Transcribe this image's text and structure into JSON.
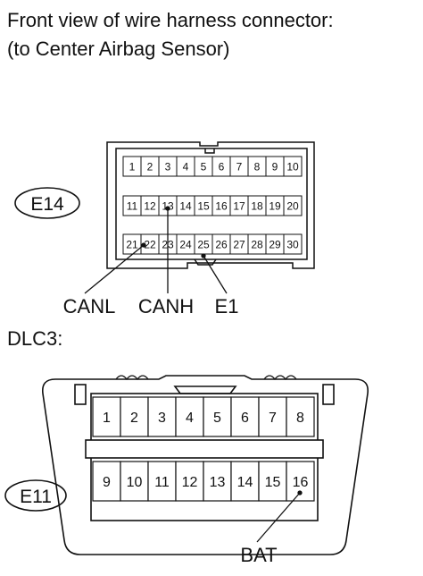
{
  "header": {
    "line1": "Front view of wire harness connector:",
    "line2": "(to Center Airbag Sensor)"
  },
  "connector_e14": {
    "id": "E14",
    "rows": [
      [
        "1",
        "2",
        "3",
        "4",
        "5",
        "6",
        "7",
        "8",
        "9",
        "10"
      ],
      [
        "11",
        "12",
        "13",
        "14",
        "15",
        "16",
        "17",
        "18",
        "19",
        "20"
      ],
      [
        "21",
        "22",
        "23",
        "24",
        "25",
        "26",
        "27",
        "28",
        "29",
        "30"
      ]
    ],
    "callouts": [
      {
        "label": "CANL",
        "pin": "22"
      },
      {
        "label": "CANH",
        "pin": "13"
      },
      {
        "label": "E1",
        "pin": "25"
      }
    ]
  },
  "dlc3": {
    "title": "DLC3:",
    "id": "E11",
    "rows": [
      [
        "1",
        "2",
        "3",
        "4",
        "5",
        "6",
        "7",
        "8"
      ],
      [
        "9",
        "10",
        "11",
        "12",
        "13",
        "14",
        "15",
        "16"
      ]
    ],
    "callouts": [
      {
        "label": "BAT",
        "pin": "16"
      }
    ]
  }
}
